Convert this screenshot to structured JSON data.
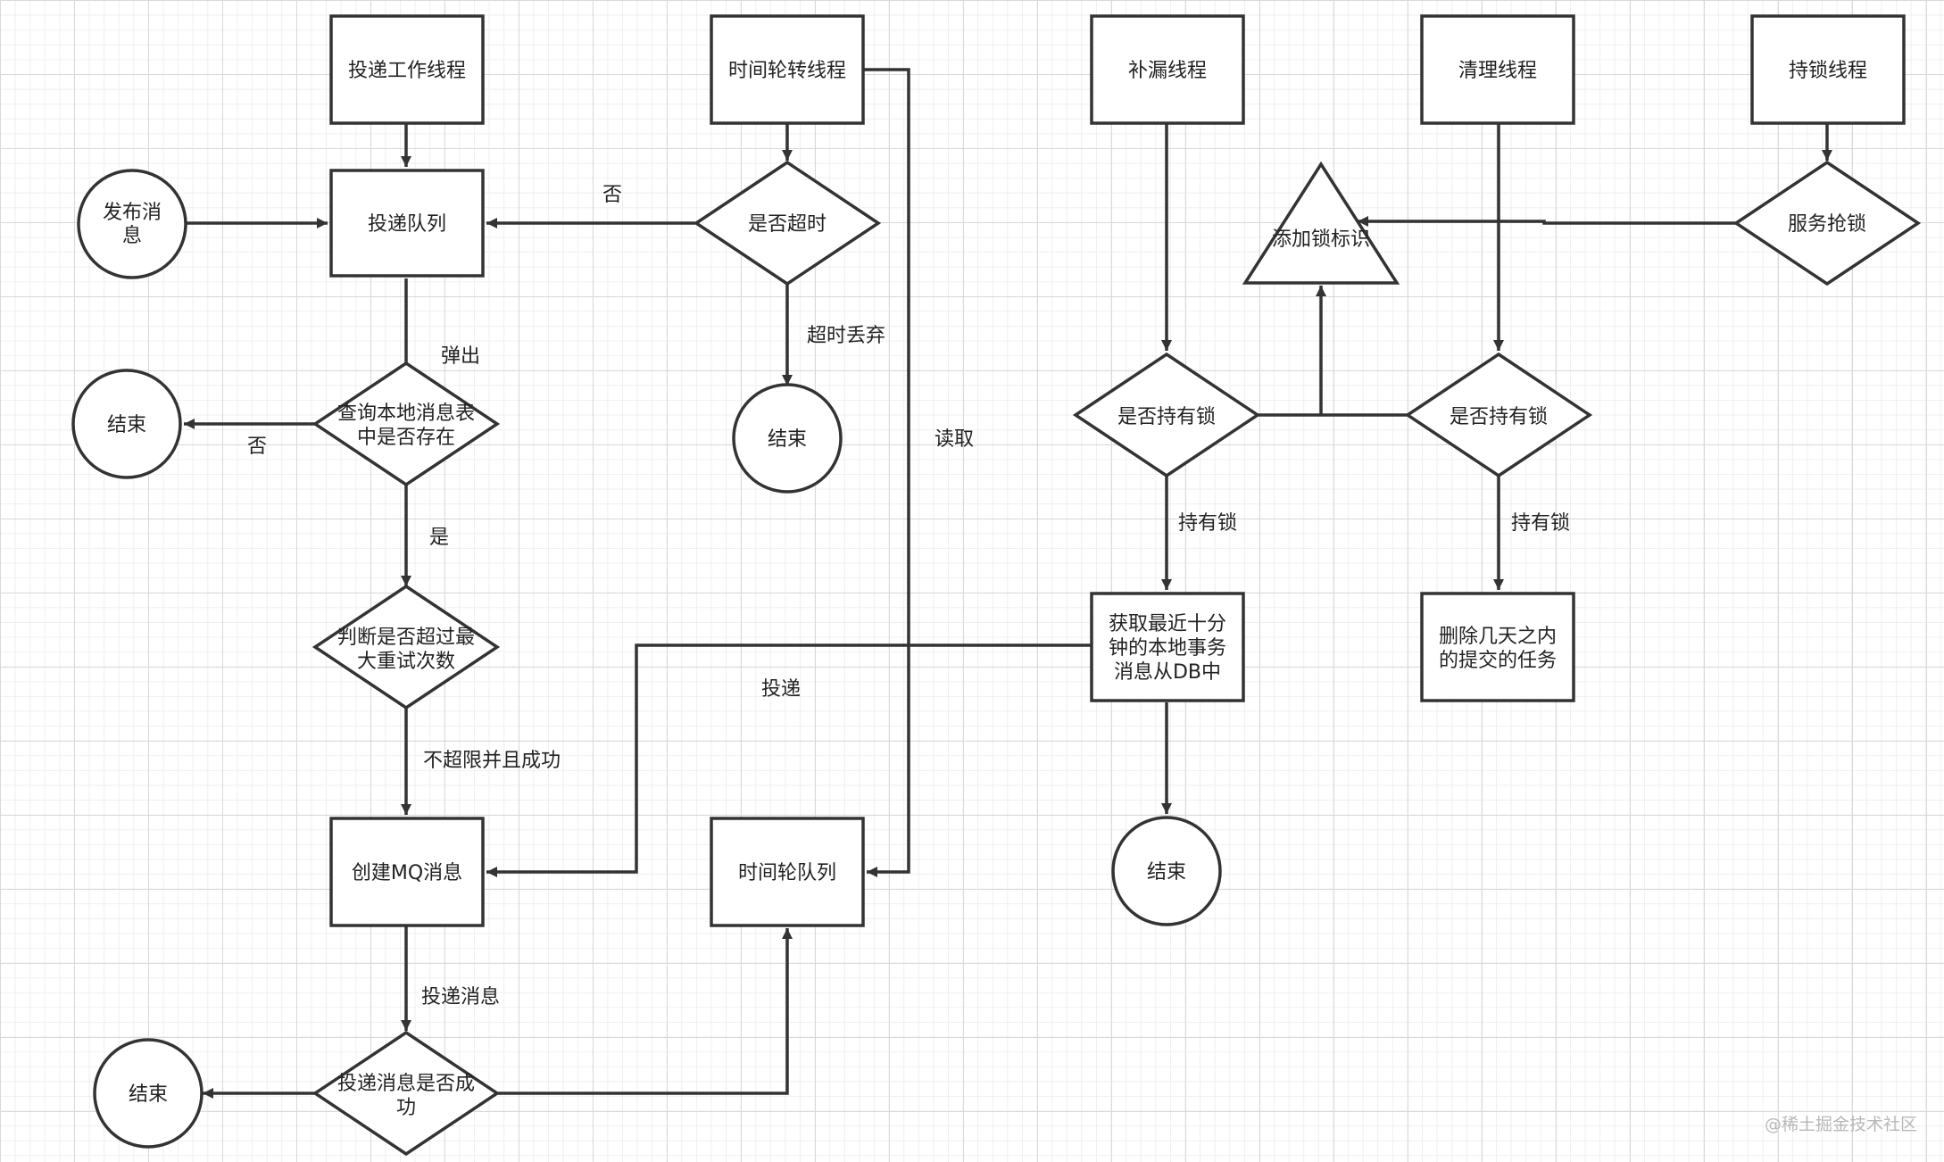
{
  "nodes": {
    "deliver_thread": "投递工作线程",
    "deliver_queue": "投递队列",
    "publish_msg": [
      "发布消",
      "息"
    ],
    "end_1": "结束",
    "query_local_table": [
      "查询本地消息表",
      "中是否存在"
    ],
    "check_max_retry": [
      "判断是否超过最",
      "大重试次数"
    ],
    "create_mq_msg": "创建MQ消息",
    "deliver_success_check": [
      "投递消息是否成",
      "功"
    ],
    "end_2": "结束",
    "time_wheel_thread": "时间轮转线程",
    "is_timeout": "是否超时",
    "end_3": "结束",
    "time_wheel_queue": "时间轮队列",
    "patch_thread": "补漏线程",
    "patch_has_lock": "是否持有锁",
    "fetch_recent": [
      "获取最近十分",
      "钟的本地事务",
      "消息从DB中"
    ],
    "end_4": "结束",
    "clean_thread": "清理线程",
    "clean_has_lock": "是否持有锁",
    "delete_tasks": [
      "删除几天之内",
      "的提交的任务"
    ],
    "lock_thread": "持锁线程",
    "grab_lock": "服务抢锁",
    "add_lock_flag": "添加锁标识"
  },
  "edge_labels": {
    "no_timeout": "否",
    "pop": "弹出",
    "not_exist": "否",
    "exist": "是",
    "within_limit_success": "不超限并且成功",
    "deliver_message": "投递消息",
    "timeout_discard": "超时丢弃",
    "read": "读取",
    "deliver": "投递",
    "patch_holds_lock": "持有锁",
    "clean_holds_lock": "持有锁"
  },
  "watermark": "@稀土掘金技术社区"
}
